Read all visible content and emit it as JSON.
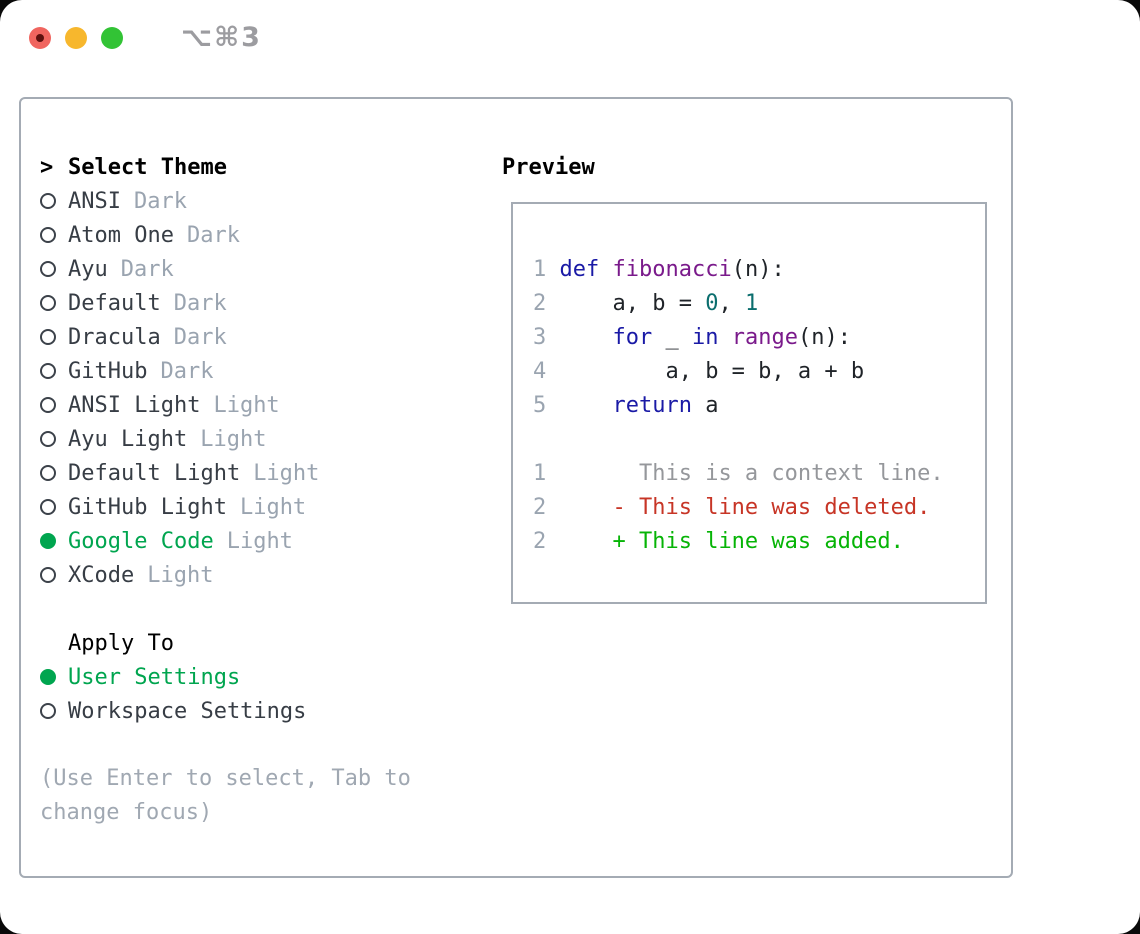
{
  "window": {
    "title": "⌥⌘3",
    "traffic_lights": [
      "close",
      "minimize",
      "zoom"
    ]
  },
  "colors": {
    "accent_green": "#00a54f",
    "muted_gray": "#9aa4b0",
    "panel_border": "#a4abb4",
    "keyword_blue": "#1a1aa6",
    "function_purple": "#7a1a8b",
    "number_teal": "#0b6e6e",
    "diff_deleted_red": "#c73526",
    "diff_added_green": "#06b406",
    "traffic_red": "#f0655f",
    "traffic_yellow": "#f7b72d",
    "traffic_green": "#32c335"
  },
  "theme_panel": {
    "prompt": ">",
    "title": "Select Theme",
    "themes": [
      {
        "name": "ANSI",
        "variant": "Dark",
        "selected": false
      },
      {
        "name": "Atom One",
        "variant": "Dark",
        "selected": false
      },
      {
        "name": "Ayu",
        "variant": "Dark",
        "selected": false
      },
      {
        "name": "Default",
        "variant": "Dark",
        "selected": false
      },
      {
        "name": "Dracula",
        "variant": "Dark",
        "selected": false
      },
      {
        "name": "GitHub",
        "variant": "Dark",
        "selected": false
      },
      {
        "name": "ANSI Light",
        "variant": "Light",
        "selected": false
      },
      {
        "name": "Ayu Light",
        "variant": "Light",
        "selected": false
      },
      {
        "name": "Default Light",
        "variant": "Light",
        "selected": false
      },
      {
        "name": "GitHub Light",
        "variant": "Light",
        "selected": false
      },
      {
        "name": "Google Code",
        "variant": "Light",
        "selected": true
      },
      {
        "name": "XCode",
        "variant": "Light",
        "selected": false
      }
    ],
    "apply_to": {
      "label": "Apply To",
      "options": [
        {
          "label": "User Settings",
          "selected": true
        },
        {
          "label": "Workspace Settings",
          "selected": false
        }
      ]
    },
    "help_lines": [
      "(Use Enter to select, Tab to",
      "change focus)"
    ]
  },
  "preview": {
    "title": "Preview",
    "code_lines": [
      {
        "n": "1",
        "tokens": [
          {
            "c": "kw",
            "t": "def"
          },
          {
            "c": "pl",
            "t": " "
          },
          {
            "c": "fn",
            "t": "fibonacci"
          },
          {
            "c": "pl",
            "t": "(n):"
          }
        ]
      },
      {
        "n": "2",
        "tokens": [
          {
            "c": "pl",
            "t": "    a, b = "
          },
          {
            "c": "num",
            "t": "0"
          },
          {
            "c": "pl",
            "t": ", "
          },
          {
            "c": "num",
            "t": "1"
          }
        ]
      },
      {
        "n": "3",
        "tokens": [
          {
            "c": "pl",
            "t": "    "
          },
          {
            "c": "kw",
            "t": "for"
          },
          {
            "c": "pl",
            "t": " _ "
          },
          {
            "c": "kw",
            "t": "in"
          },
          {
            "c": "pl",
            "t": " "
          },
          {
            "c": "fn",
            "t": "range"
          },
          {
            "c": "pl",
            "t": "(n):"
          }
        ]
      },
      {
        "n": "4",
        "tokens": [
          {
            "c": "pl",
            "t": "        a, b = b, a + b"
          }
        ]
      },
      {
        "n": "5",
        "tokens": [
          {
            "c": "pl",
            "t": "    "
          },
          {
            "c": "kw",
            "t": "return"
          },
          {
            "c": "pl",
            "t": " a"
          }
        ]
      },
      {
        "n": "",
        "tokens": []
      },
      {
        "n": "1",
        "tokens": [
          {
            "c": "ctx",
            "t": "      This is a context line."
          }
        ]
      },
      {
        "n": "2",
        "tokens": [
          {
            "c": "del",
            "t": "    - This line was deleted."
          }
        ]
      },
      {
        "n": "2",
        "tokens": [
          {
            "c": "add",
            "t": "    + This line was added."
          }
        ]
      }
    ]
  }
}
